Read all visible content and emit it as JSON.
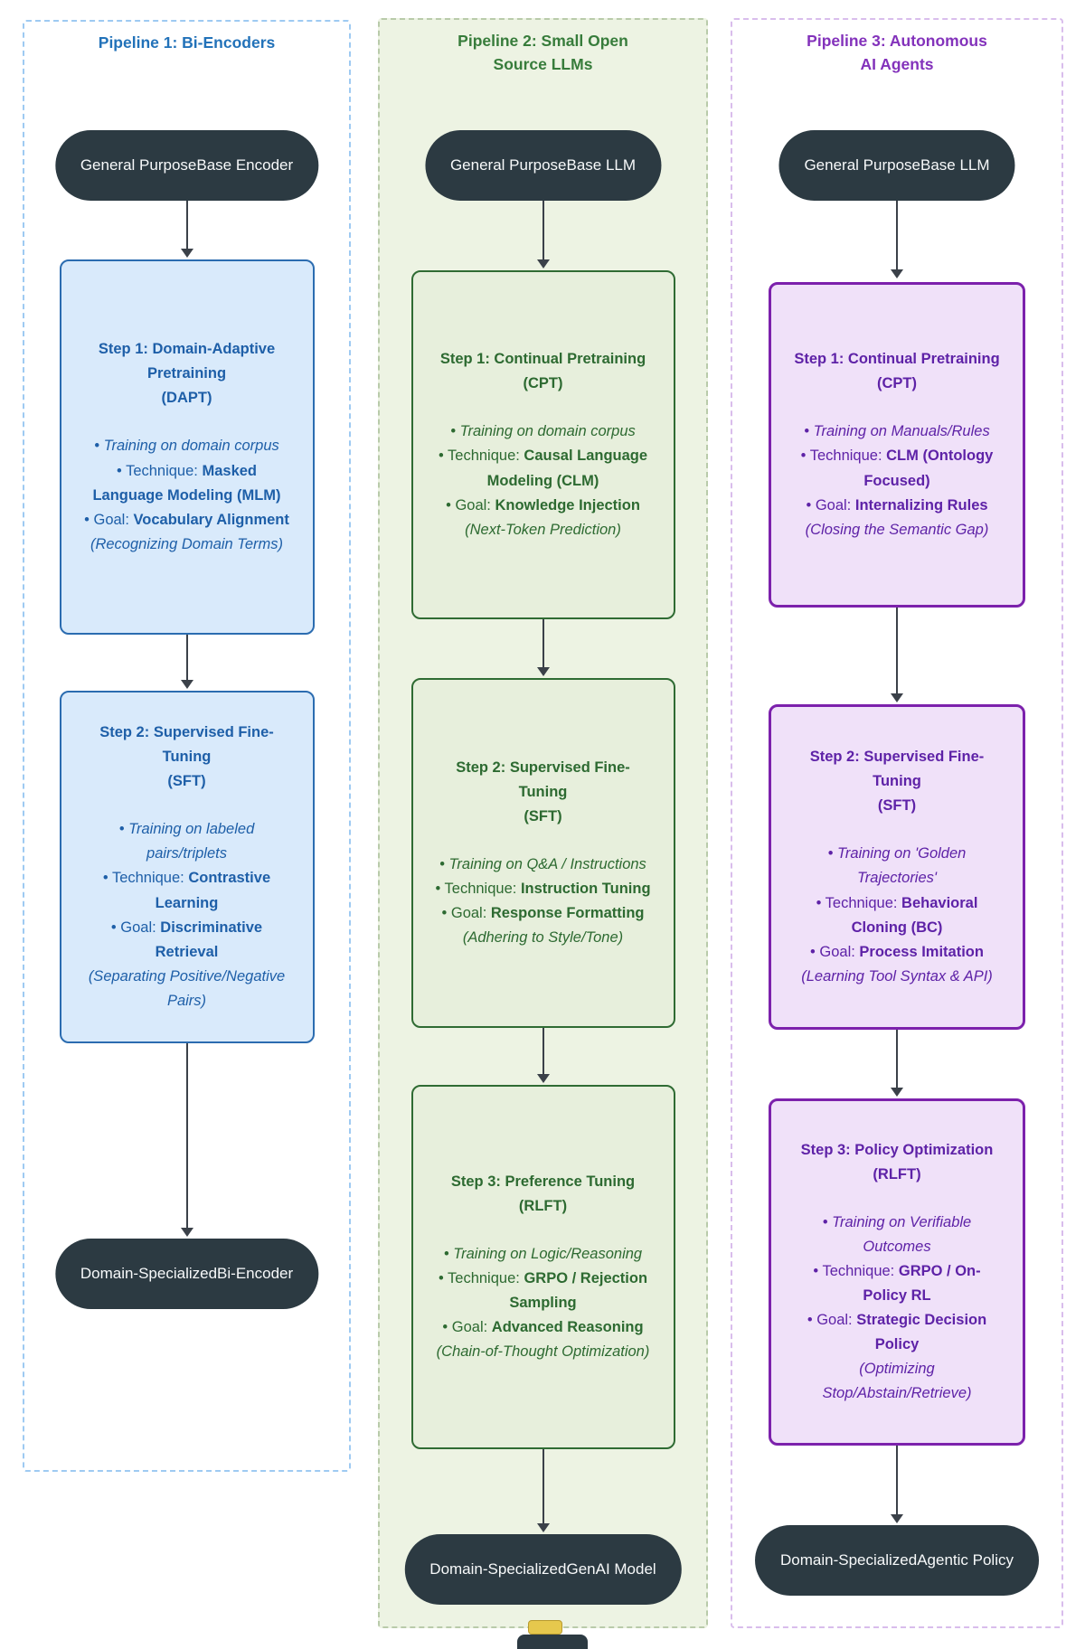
{
  "diagram": {
    "node_colors": {
      "pill_bg": "#2c3a42",
      "pill_text": "#f7f9fa",
      "arrow": "#3b4149"
    },
    "partial_bottom_element": {
      "dark_color": "#2c3a42",
      "yellow_color": "#e6c84d"
    },
    "pipelines": [
      {
        "id": "p1",
        "title_lines": [
          "Pipeline 1: Bi-Encoders"
        ],
        "colors": {
          "accent": "#2272b9",
          "text": "#1e5fa8",
          "box_bg": "#d9eafb",
          "box_border": "#2b6cb0",
          "container_border": "#9ecaf2",
          "container_bg": "#ffffff"
        },
        "top_node_lines": [
          "General Purpose",
          "Base Encoder"
        ],
        "bottom_node_lines": [
          "Domain-Specialized",
          "Bi-Encoder"
        ],
        "steps": [
          {
            "title": "Step 1: Domain-Adaptive Pretraining",
            "abbr": "(DAPT)",
            "items": [
              {
                "bullet": true,
                "segments": [
                  {
                    "s": "i",
                    "t": "Training on domain corpus"
                  }
                ]
              },
              {
                "bullet": true,
                "segments": [
                  {
                    "s": "n",
                    "t": "Technique: "
                  },
                  {
                    "s": "b",
                    "t": "Masked Language Modeling (MLM)"
                  }
                ]
              },
              {
                "bullet": true,
                "segments": [
                  {
                    "s": "n",
                    "t": "Goal: "
                  },
                  {
                    "s": "b",
                    "t": "Vocabulary Alignment"
                  }
                ]
              },
              {
                "bullet": false,
                "segments": [
                  {
                    "s": "i",
                    "t": "(Recognizing Domain Terms)"
                  }
                ]
              }
            ]
          },
          {
            "title": "Step 2: Supervised Fine-Tuning",
            "abbr": "(SFT)",
            "items": [
              {
                "bullet": true,
                "segments": [
                  {
                    "s": "i",
                    "t": "Training on labeled pairs/triplets"
                  }
                ]
              },
              {
                "bullet": true,
                "segments": [
                  {
                    "s": "n",
                    "t": "Technique: "
                  },
                  {
                    "s": "b",
                    "t": "Contrastive Learning"
                  }
                ]
              },
              {
                "bullet": true,
                "segments": [
                  {
                    "s": "n",
                    "t": "Goal: "
                  },
                  {
                    "s": "b",
                    "t": "Discriminative Retrieval"
                  }
                ]
              },
              {
                "bullet": false,
                "segments": [
                  {
                    "s": "i",
                    "t": "(Separating Positive/Negative Pairs)"
                  }
                ]
              }
            ]
          }
        ]
      },
      {
        "id": "p2",
        "title_lines": [
          "Pipeline 2: Small Open",
          "Source LLMs"
        ],
        "colors": {
          "accent": "#377c3b",
          "text": "#2d6a31",
          "box_bg": "#e7efdc",
          "box_border": "#2f6b33",
          "container_border": "#b9cbaa",
          "container_bg": "#edf3e3"
        },
        "top_node_lines": [
          "General Purpose",
          "Base LLM"
        ],
        "bottom_node_lines": [
          "Domain-Specialized",
          "GenAI Model"
        ],
        "steps": [
          {
            "title": "Step 1: Continual Pretraining",
            "abbr": "(CPT)",
            "items": [
              {
                "bullet": true,
                "segments": [
                  {
                    "s": "i",
                    "t": "Training on domain corpus"
                  }
                ]
              },
              {
                "bullet": true,
                "segments": [
                  {
                    "s": "n",
                    "t": "Technique: "
                  },
                  {
                    "s": "b",
                    "t": "Causal Language Modeling (CLM)"
                  }
                ]
              },
              {
                "bullet": true,
                "segments": [
                  {
                    "s": "n",
                    "t": "Goal: "
                  },
                  {
                    "s": "b",
                    "t": "Knowledge Injection"
                  }
                ]
              },
              {
                "bullet": false,
                "segments": [
                  {
                    "s": "i",
                    "t": "(Next-Token Prediction)"
                  }
                ]
              }
            ]
          },
          {
            "title": "Step 2: Supervised Fine-Tuning",
            "abbr": "(SFT)",
            "items": [
              {
                "bullet": true,
                "segments": [
                  {
                    "s": "i",
                    "t": "Training on Q&A / Instructions"
                  }
                ]
              },
              {
                "bullet": true,
                "segments": [
                  {
                    "s": "n",
                    "t": "Technique: "
                  },
                  {
                    "s": "b",
                    "t": "Instruction Tuning"
                  }
                ]
              },
              {
                "bullet": true,
                "segments": [
                  {
                    "s": "n",
                    "t": "Goal: "
                  },
                  {
                    "s": "b",
                    "t": "Response Formatting"
                  }
                ]
              },
              {
                "bullet": false,
                "segments": [
                  {
                    "s": "i",
                    "t": "(Adhering to Style/Tone)"
                  }
                ]
              }
            ]
          },
          {
            "title": "Step 3: Preference Tuning",
            "abbr": "(RLFT)",
            "items": [
              {
                "bullet": true,
                "segments": [
                  {
                    "s": "i",
                    "t": "Training on Logic/Reasoning"
                  }
                ]
              },
              {
                "bullet": true,
                "segments": [
                  {
                    "s": "n",
                    "t": "Technique: "
                  },
                  {
                    "s": "b",
                    "t": "GRPO / Rejection Sampling"
                  }
                ]
              },
              {
                "bullet": true,
                "segments": [
                  {
                    "s": "n",
                    "t": "Goal: "
                  },
                  {
                    "s": "b",
                    "t": "Advanced Reasoning"
                  }
                ]
              },
              {
                "bullet": false,
                "segments": [
                  {
                    "s": "i",
                    "t": "(Chain-of-Thought Optimization)"
                  }
                ]
              }
            ]
          }
        ]
      },
      {
        "id": "p3",
        "title_lines": [
          "Pipeline 3: Autonomous",
          "AI Agents"
        ],
        "colors": {
          "accent": "#8332bb",
          "text": "#5e22a7",
          "box_bg": "#f0e1f9",
          "box_border": "#7c21ac",
          "container_border": "#d9bdec",
          "container_bg": "#ffffff"
        },
        "top_node_lines": [
          "General Purpose",
          "Base LLM"
        ],
        "bottom_node_lines": [
          "Domain-Specialized",
          "Agentic Policy"
        ],
        "steps": [
          {
            "title": "Step 1: Continual Pretraining",
            "abbr": "(CPT)",
            "items": [
              {
                "bullet": true,
                "segments": [
                  {
                    "s": "i",
                    "t": "Training on Manuals/Rules"
                  }
                ]
              },
              {
                "bullet": true,
                "segments": [
                  {
                    "s": "n",
                    "t": "Technique: "
                  },
                  {
                    "s": "b",
                    "t": "CLM (Ontology Focused)"
                  }
                ]
              },
              {
                "bullet": true,
                "segments": [
                  {
                    "s": "n",
                    "t": "Goal: "
                  },
                  {
                    "s": "b",
                    "t": "Internalizing Rules"
                  }
                ]
              },
              {
                "bullet": false,
                "segments": [
                  {
                    "s": "i",
                    "t": "(Closing the Semantic Gap)"
                  }
                ]
              }
            ]
          },
          {
            "title": "Step 2: Supervised Fine-Tuning",
            "abbr": "(SFT)",
            "items": [
              {
                "bullet": true,
                "segments": [
                  {
                    "s": "i",
                    "t": "Training on 'Golden Trajectories'"
                  }
                ]
              },
              {
                "bullet": true,
                "segments": [
                  {
                    "s": "n",
                    "t": "Technique: "
                  },
                  {
                    "s": "b",
                    "t": "Behavioral Cloning (BC)"
                  }
                ]
              },
              {
                "bullet": true,
                "segments": [
                  {
                    "s": "n",
                    "t": "Goal: "
                  },
                  {
                    "s": "b",
                    "t": "Process Imitation"
                  }
                ]
              },
              {
                "bullet": false,
                "segments": [
                  {
                    "s": "i",
                    "t": "(Learning Tool Syntax & API)"
                  }
                ]
              }
            ]
          },
          {
            "title": "Step 3: Policy Optimization",
            "abbr": "(RLFT)",
            "items": [
              {
                "bullet": true,
                "segments": [
                  {
                    "s": "i",
                    "t": "Training on Verifiable Outcomes"
                  }
                ]
              },
              {
                "bullet": true,
                "segments": [
                  {
                    "s": "n",
                    "t": "Technique: "
                  },
                  {
                    "s": "b",
                    "t": "GRPO / On-Policy RL"
                  }
                ]
              },
              {
                "bullet": true,
                "segments": [
                  {
                    "s": "n",
                    "t": "Goal: "
                  },
                  {
                    "s": "b",
                    "t": "Strategic Decision Policy"
                  }
                ]
              },
              {
                "bullet": false,
                "segments": [
                  {
                    "s": "i",
                    "t": "(Optimizing Stop/Abstain/Retrieve)"
                  }
                ]
              }
            ]
          }
        ]
      }
    ]
  }
}
